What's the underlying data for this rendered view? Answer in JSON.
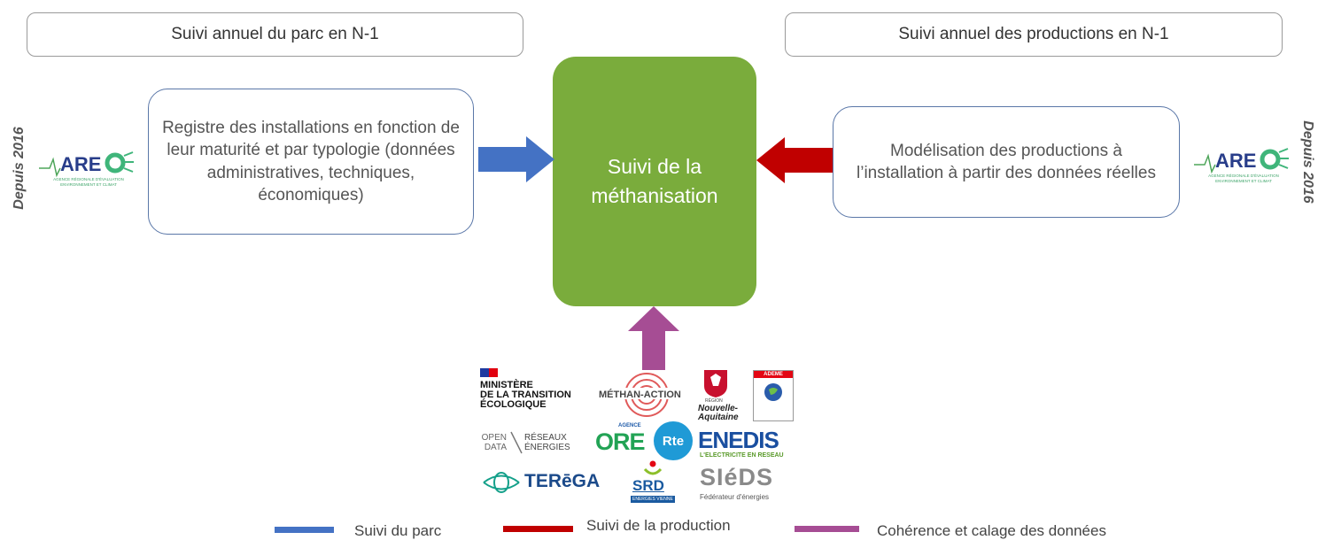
{
  "headers": {
    "left": "Suivi annuel du parc en N-1",
    "right": "Suivi annuel des productions en N-1"
  },
  "side_labels": {
    "left": "Depuis 2016",
    "right": "Depuis 2016"
  },
  "left_box": "Registre des installations en fonction de leur maturité et par typologie (données administratives, techniques, économiques)",
  "right_box": "Modélisation des productions à l’installation à partir des données réelles",
  "center": "Suivi de la\nméthanisation",
  "arec": {
    "wordmark": "ARE",
    "sub1": "AGENCE RÉGIONALE D'ÉVALUATION",
    "sub2": "ENVIRONNEMENT ET CLIMAT"
  },
  "logos": {
    "ministere": [
      "MINISTÈRE",
      "DE LA TRANSITION",
      "ÉCOLOGIQUE"
    ],
    "methan": "MÉTHAN-ACTION",
    "region": [
      "Nouvelle-",
      "Aquitaine"
    ],
    "region_small": "RÉGION",
    "ademe": "ADEME",
    "open_data": [
      "OPEN",
      "DATA"
    ],
    "reseaux": [
      "RÉSEAUX",
      "ÉNERGIES"
    ],
    "ore_small": "AGENCE",
    "ore": "ORE",
    "rte": "Rte",
    "enedis": "ENEDIS",
    "enedis_sub": "L'ELECTRICITE EN RESEAU",
    "terega": "TERēGA",
    "srd": "SRD",
    "srd_sub": "ENERGIES VIENNE",
    "sieds": "SIéDS",
    "sieds_sub": "Fédérateur d'énergies"
  },
  "legend": [
    {
      "label": "Suivi du parc",
      "color": "#4472c4"
    },
    {
      "label": "Suivi de la production",
      "color": "#c00000"
    },
    {
      "label": "Cohérence et calage des données",
      "color": "#a64d94"
    }
  ],
  "colors": {
    "center": "#7aac3c",
    "blue_arrow": "#4472c4",
    "red_arrow": "#c00000",
    "purple_arrow": "#a64d94"
  }
}
